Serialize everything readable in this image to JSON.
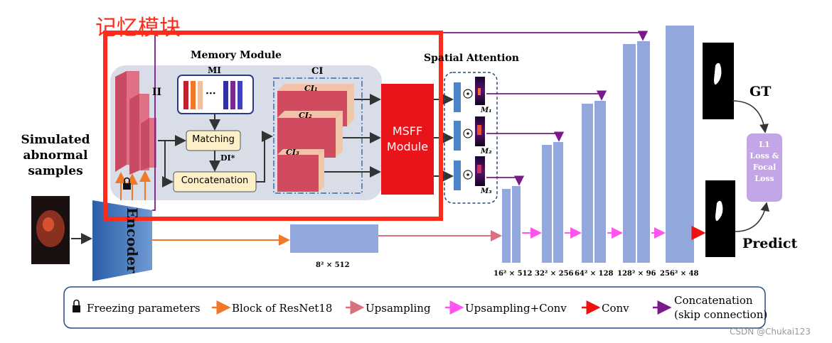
{
  "overlay": {
    "chinese_label": "记忆模块",
    "color": "#ff2a1a"
  },
  "memory_module": {
    "title": "Memory Module",
    "mi_label": "MI",
    "ci_label": "CI",
    "ii_label": "II",
    "di_label": "DI*",
    "dots": "···"
  },
  "ci_items": [
    "CI₁",
    "CI₂",
    "CI₃"
  ],
  "blocks": {
    "matching": "Matching",
    "concatenation": "Concatenation",
    "msff": "MSFF Module"
  },
  "spatial_attention": {
    "title": "Spatial Attention",
    "maps": [
      "M₁",
      "M₂",
      "M₃"
    ],
    "odot": "⊙"
  },
  "input": {
    "label": "Simulated abnormal samples"
  },
  "encoder": {
    "label": "Encoder"
  },
  "bottleneck": {
    "label": "8² × 512"
  },
  "decoder_labels": [
    "16² × 512",
    "32² × 256",
    "64² × 128",
    "128² × 96",
    "256² × 48"
  ],
  "outputs": {
    "gt": "GT",
    "predict": "Predict",
    "loss": "L1 Loss & Focal Loss"
  },
  "legend": {
    "items": [
      {
        "label": "Freezing parameters",
        "icon": "lock-icon"
      },
      {
        "label": "Block of ResNet18",
        "color": "#f07828"
      },
      {
        "label": "Upsampling",
        "color": "#d97080"
      },
      {
        "label": "Upsampling+Conv",
        "color": "#ff55ee"
      },
      {
        "label": "Conv",
        "color": "#ee1111"
      },
      {
        "label": "Concatenation",
        "label2": "(skip connection)",
        "color": "#7a1a8a"
      }
    ]
  },
  "watermark": "CSDN @Chukai123",
  "colors": {
    "decoder": "#92a8dc",
    "memory_bg": "#d8dde8",
    "msff": "#e8141a",
    "loss": "#c3a6e6",
    "encoder": "#3c6fb8"
  }
}
